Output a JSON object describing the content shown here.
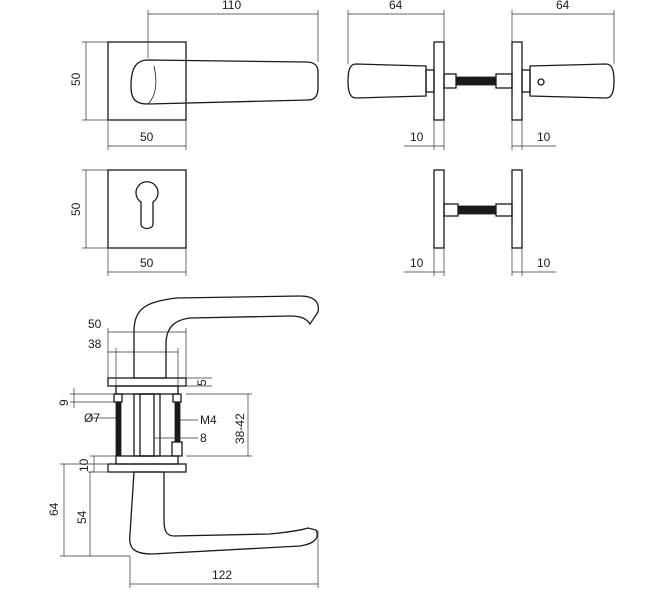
{
  "drawing": {
    "top_rose_width": "110",
    "rose_height_top": "50",
    "rose_width_top": "50",
    "rose_height_cyl": "50",
    "rose_width_cyl": "50",
    "side_left_length": "64",
    "side_right_length": "64",
    "side_rose_left_thickness": "10",
    "side_rose_right_thickness": "10",
    "cyl_rose_left_thickness": "10",
    "cyl_rose_right_thickness": "10",
    "section_width_outer": "50",
    "section_width_inner": "38",
    "section_top_offset": "9",
    "section_rose_step": "5",
    "screw_diameter": "Ø7",
    "screw_thread": "M4",
    "spindle_size": "8",
    "door_thickness": "38-42",
    "lower_rose_thickness": "10",
    "handle_height_outer": "64",
    "handle_height_inner": "54",
    "handle_length": "122"
  }
}
